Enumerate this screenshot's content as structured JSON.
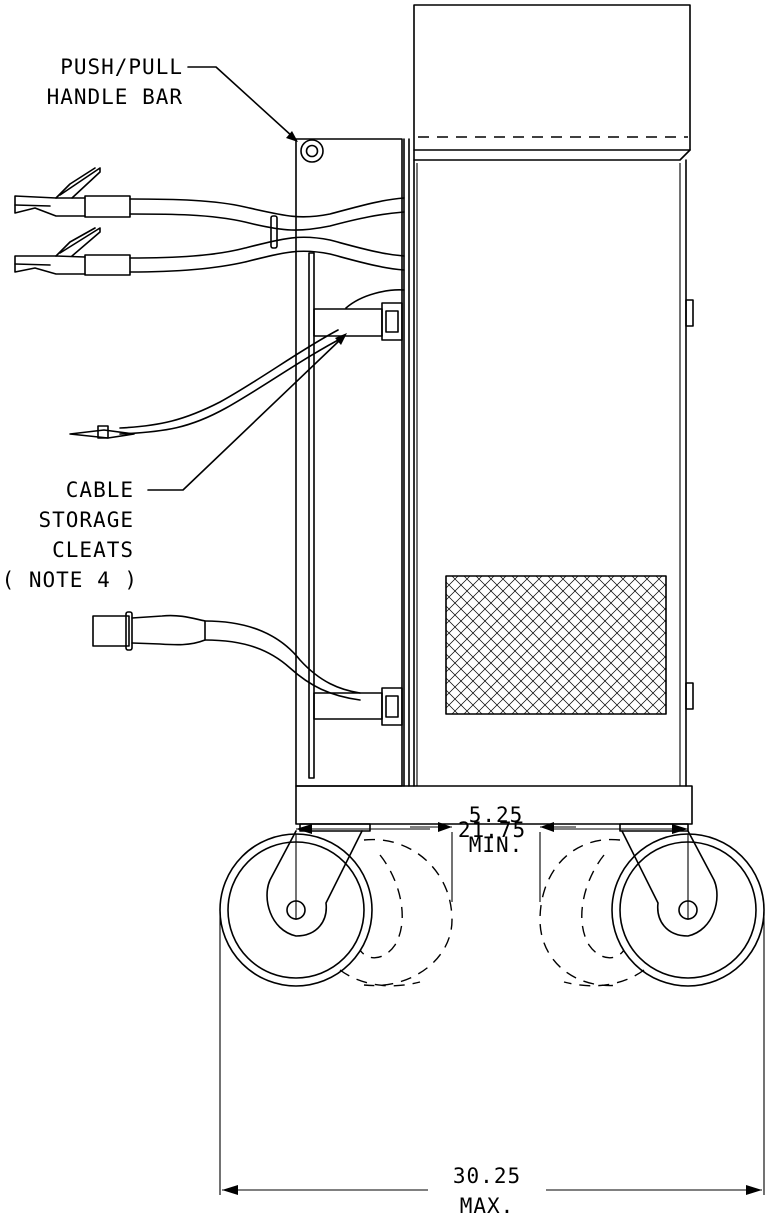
{
  "labels": {
    "handle_line1": "PUSH/PULL",
    "handle_line2": "HANDLE BAR",
    "cleats_line1": "CABLE",
    "cleats_line2": "STORAGE",
    "cleats_line3": "CLEATS",
    "cleats_line4": "( NOTE 4 )"
  },
  "dimensions": {
    "min_swivel_value": "5.25",
    "min_swivel_suffix": "MIN.",
    "caster_spacing_value": "21.75",
    "max_width_value": "30.25",
    "max_width_suffix": "MAX."
  }
}
